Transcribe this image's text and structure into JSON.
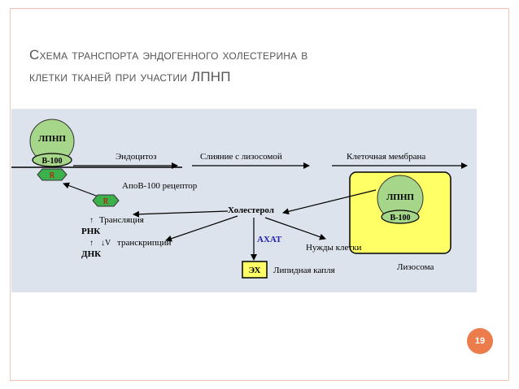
{
  "slide": {
    "title_line1": "Схема транспорта эндогенного холестерина в",
    "title_line2": "клетки тканей  при участии ЛПНП",
    "page_number": "19"
  },
  "diagram": {
    "ldl_left": "ЛПНП",
    "b100_left": "В-100",
    "r_top": "R",
    "r_bottom": "R",
    "endocytosis": "Эндоцитоз",
    "fusion": "Слияние с лизосомой",
    "cell_membrane": "Клеточная мембрана",
    "apob_receptor": "АпоВ-100 рецептор",
    "ldl_right": "ЛПНП",
    "b100_right": "В-100",
    "cholesterol": "Холестерол",
    "translation": "Трансляция",
    "rna": "РНК",
    "transcription": "транскрипции",
    "dna": "ДНК",
    "acat": "АХАТ",
    "cell_needs": "Нужды клетки",
    "eh": "ЭХ",
    "lipid_drop": "Липидная капля",
    "lysosome": "Лизосома"
  },
  "colors": {
    "accent": "#ec7c4b",
    "green": "#a6d68a",
    "yellow": "#ffff66",
    "acat_blue": "#2222aa"
  }
}
